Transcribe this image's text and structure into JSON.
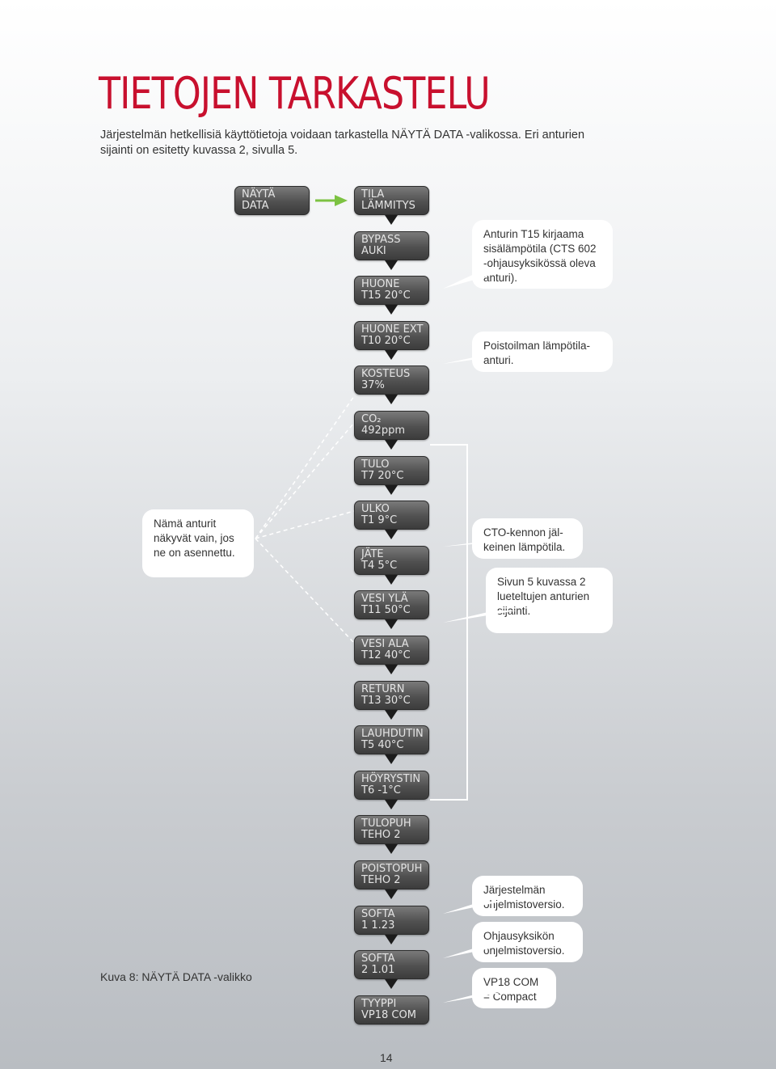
{
  "title": "TIETOJEN TARKASTELU",
  "intro": {
    "line1": "Järjestelmän hetkellisiä käyttötietoja voidaan tarkastella NÄYTÄ DATA -valikossa. Eri anturien",
    "line2": "sijainti on esitetty kuvassa 2, sivulla 5."
  },
  "start_box": {
    "line1": "NÄYTÄ",
    "line2": "DATA"
  },
  "menu": [
    {
      "line1": "TILA",
      "line2": "LÄMMITYS"
    },
    {
      "line1": "BYPASS",
      "line2": "AUKI"
    },
    {
      "line1": "HUONE",
      "line2": "T15     20°C"
    },
    {
      "line1": "HUONE EXT",
      "line2": "T10     20°C"
    },
    {
      "line1": "KOSTEUS",
      "line2": "          37%"
    },
    {
      "line1": "CO₂",
      "line2": "      492ppm"
    },
    {
      "line1": "TULO",
      "line2": "T7      20°C"
    },
    {
      "line1": "ULKO",
      "line2": "T1        9°C"
    },
    {
      "line1": "JÄTE",
      "line2": "T4        5°C"
    },
    {
      "line1": "VESI YLÄ",
      "line2": "T11     50°C"
    },
    {
      "line1": "VESI ALA",
      "line2": "T12     40°C"
    },
    {
      "line1": "RETURN",
      "line2": "T13     30°C"
    },
    {
      "line1": "LAUHDUTIN",
      "line2": "T5      40°C"
    },
    {
      "line1": "HÖYRYSTIN",
      "line2": "T6       -1°C"
    },
    {
      "line1": "TULOPUH",
      "line2": "TEHO 2"
    },
    {
      "line1": "POISTOPUH",
      "line2": "TEHO 2"
    },
    {
      "line1": "SOFTA",
      "line2": "1        1.23"
    },
    {
      "line1": "SOFTA",
      "line2": "2        1.01"
    },
    {
      "line1": "TYYPPI",
      "line2": "VP18 COM"
    }
  ],
  "callouts": {
    "t15": [
      "Anturin T15 kirjaama",
      "sisälämpötila (CTS 602",
      "-ohjausyksikössä oleva",
      "anturi)."
    ],
    "exhaust": [
      "Poistoilman lämpötila-",
      "anturi."
    ],
    "optional": [
      "Nämä anturit",
      "näkyvät vain, jos",
      "ne on asennettu."
    ],
    "cto": [
      "CTO-kennon jäl-",
      "keinen lämpötila."
    ],
    "page5": [
      "Sivun 5 kuvassa 2",
      "lueteltujen anturien",
      "sijainti."
    ],
    "system_sw": [
      "Järjestelmän",
      "ohjelmistoversio."
    ],
    "unit_sw": [
      "Ohjausyksikön",
      "ohjelmistoversio."
    ],
    "type": [
      "VP18 COM",
      "= Compact"
    ]
  },
  "caption": "Kuva 8: NÄYTÄ DATA -valikko",
  "page_number": "14",
  "colors": {
    "title": "#c8102e",
    "arrow": "#7cc242",
    "box": "#555555"
  }
}
